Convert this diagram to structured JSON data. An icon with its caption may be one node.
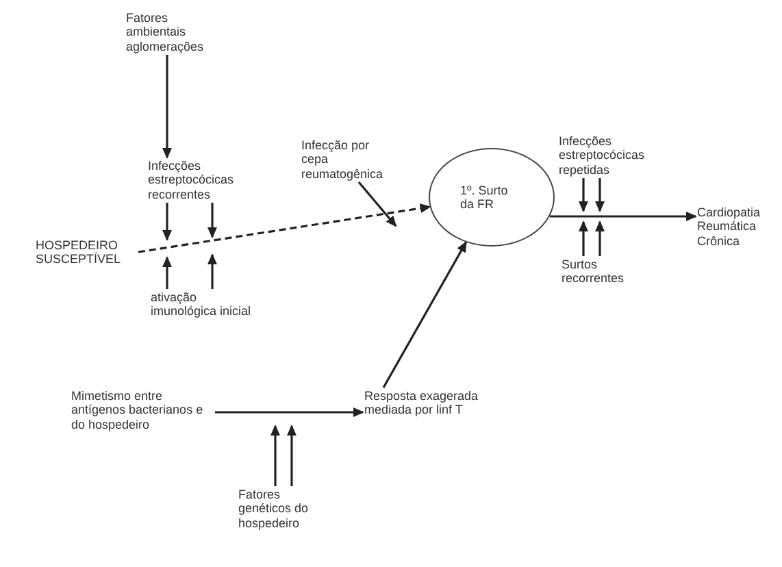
{
  "diagram": {
    "nodes": [
      {
        "text": [
          "Fatores ambientais aglomerações"
        ]
      },
      {
        "text": [
          "Infecções estreptocócicas recorrentes"
        ]
      },
      {
        "text": [
          "HOSPEDEIRO SUSCEPTÍVEL"
        ]
      },
      {
        "text": [
          "ativação imunológica inicial"
        ]
      },
      {
        "text": [
          "Infecção por cepa reumatogênica"
        ]
      },
      {
        "text": [
          "1º. Surto da FR"
        ]
      },
      {
        "text": [
          "Infecções estreptocócicas repetidas"
        ]
      },
      {
        "text": [
          "Surtos recorrentes"
        ]
      },
      {
        "text": [
          "Cardiopatia Reumática Crônica"
        ]
      },
      {
        "text": [
          "Mimetismo entre antígenos bacterianos e do hospedeiro"
        ]
      },
      {
        "text": [
          "Resposta exagerada mediada por linf T"
        ]
      },
      {
        "text": [
          "Fatores genéticos do hospedeiro"
        ]
      }
    ],
    "edges": [
      {
        "from": 0,
        "to": 1,
        "arrow": "to"
      },
      {
        "from": 2,
        "to": 5,
        "arrow": "to",
        "style": "dashed"
      },
      {
        "from": 1,
        "to": null,
        "arrow": "to"
      },
      {
        "from": 1,
        "to": null,
        "arrow": "to"
      },
      {
        "from": 3,
        "to": null,
        "arrow": "to"
      },
      {
        "from": 3,
        "to": null,
        "arrow": "to"
      },
      {
        "from": 4,
        "to": null,
        "arrow": "to"
      },
      {
        "from": 10,
        "to": 5,
        "arrow": "to"
      },
      {
        "from": 5,
        "to": 8,
        "arrow": "to"
      },
      {
        "from": 6,
        "to": null,
        "arrow": "to"
      },
      {
        "from": 6,
        "to": null,
        "arrow": "to"
      },
      {
        "from": 7,
        "to": null,
        "arrow": "to"
      },
      {
        "from": 7,
        "to": null,
        "arrow": "to"
      },
      {
        "from": 9,
        "to": 10,
        "arrow": "to"
      },
      {
        "from": 11,
        "to": null,
        "arrow": "to"
      },
      {
        "from": 11,
        "to": null,
        "arrow": "to"
      }
    ]
  }
}
